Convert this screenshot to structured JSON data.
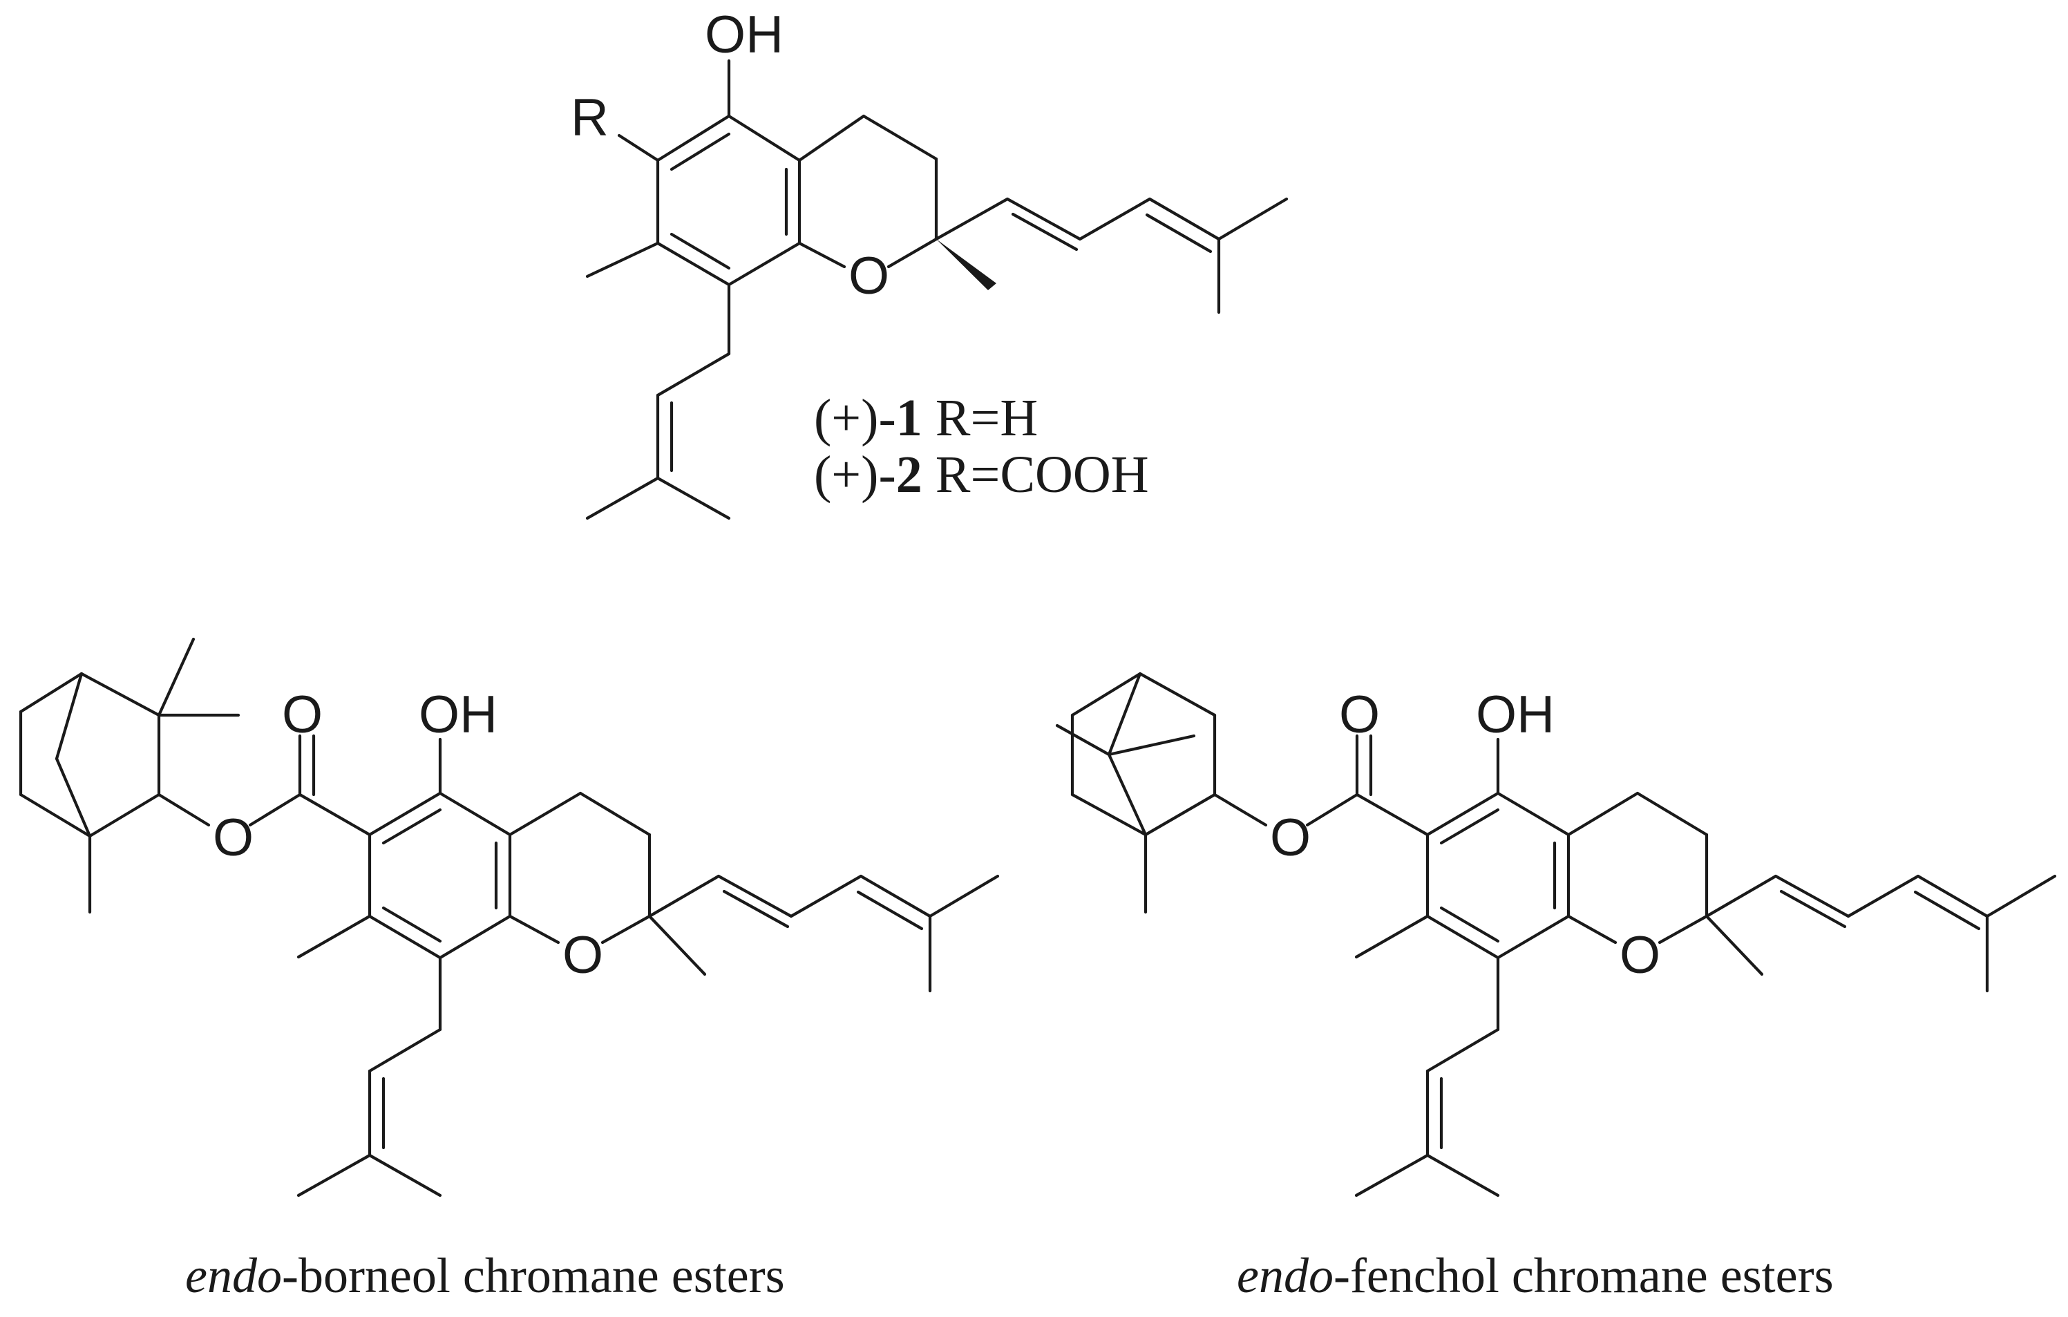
{
  "atoms": {
    "top_oh": "OH",
    "top_r": "R",
    "top_o": "O",
    "left_oh": "OH",
    "left_carbonyl_o": "O",
    "left_ester_o": "O",
    "left_ring_o": "O",
    "right_oh": "OH",
    "right_carbonyl_o": "O",
    "right_ester_o": "O",
    "right_ring_o": "O"
  },
  "compounds": {
    "c1_prefix": "(+)-",
    "c1_num": "1",
    "c1_rest": " R=H",
    "c2_prefix": "(+)-",
    "c2_num": "2",
    "c2_rest": " R=COOH"
  },
  "captions": {
    "left_italic": "endo",
    "left_rest": "-borneol chromane esters",
    "right_italic": "endo",
    "right_rest": "-fenchol chromane esters"
  }
}
